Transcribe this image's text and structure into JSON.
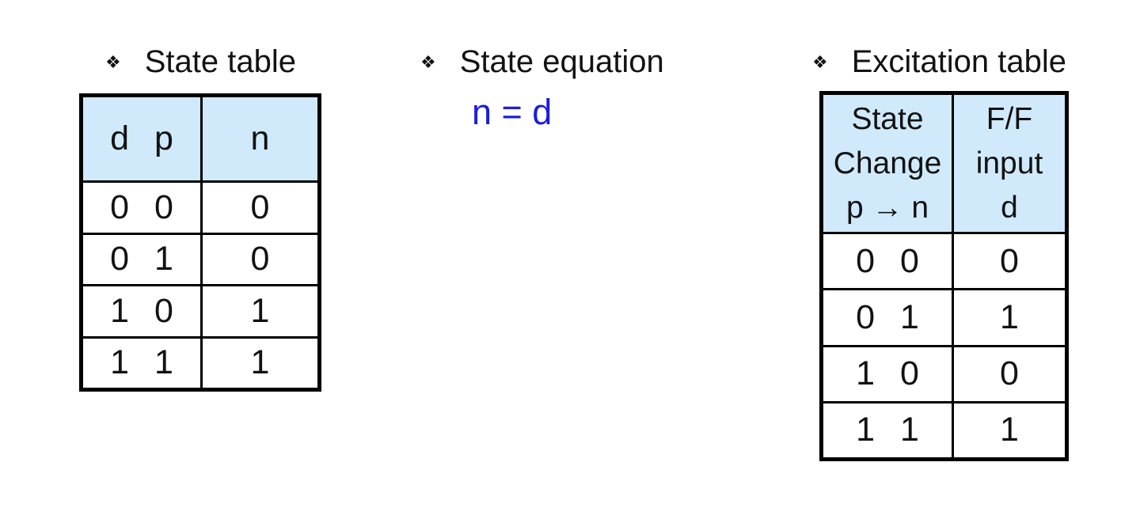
{
  "colors": {
    "header_bg": "#d0eafc",
    "table_border": "#000000",
    "equation_text": "#1c1ce0",
    "title_text": "#121212"
  },
  "state_table": {
    "bullet": "❖",
    "title": "State table",
    "header": {
      "col1": [
        "d",
        "p"
      ],
      "col2": "n"
    },
    "rows": [
      [
        "0",
        "0",
        "0"
      ],
      [
        "0",
        "1",
        "0"
      ],
      [
        "1",
        "0",
        "1"
      ],
      [
        "1",
        "1",
        "1"
      ]
    ]
  },
  "state_equation": {
    "bullet": "❖",
    "title": "State equation",
    "equation": "n = d"
  },
  "excitation_table": {
    "bullet": "❖",
    "title": "Excitation table",
    "header": {
      "col1_lines": [
        "State",
        "Change",
        "p → n"
      ],
      "col2_lines": [
        "F/F",
        "input",
        "d"
      ]
    },
    "rows": [
      [
        "0",
        "0",
        "0"
      ],
      [
        "0",
        "1",
        "1"
      ],
      [
        "1",
        "0",
        "0"
      ],
      [
        "1",
        "1",
        "1"
      ]
    ]
  }
}
